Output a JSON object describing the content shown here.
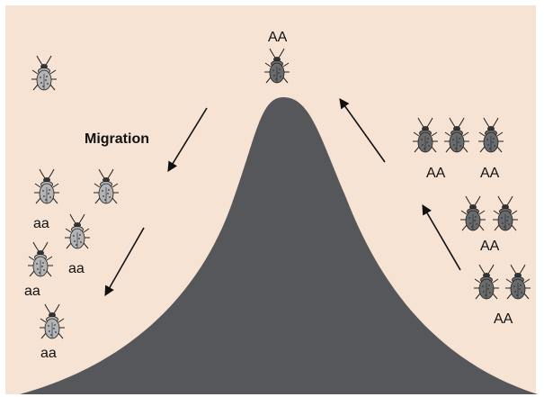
{
  "colors": {
    "background": "#f6e3d3",
    "hill": "#56575a",
    "beetle_light": "#b2b4b6",
    "beetle_dark": "#6a6b6d",
    "arrow": "#111111"
  },
  "title": "Migration",
  "labels": {
    "top": "AA",
    "right_1a": "AA",
    "right_1b": "AA",
    "right_2": "AA",
    "right_3": "AA",
    "left_1": "aa",
    "left_2": "aa",
    "left_3": "aa",
    "left_4": "aa"
  },
  "icons": {
    "beetle": "beetle-icon",
    "arrow": "arrow-icon"
  }
}
